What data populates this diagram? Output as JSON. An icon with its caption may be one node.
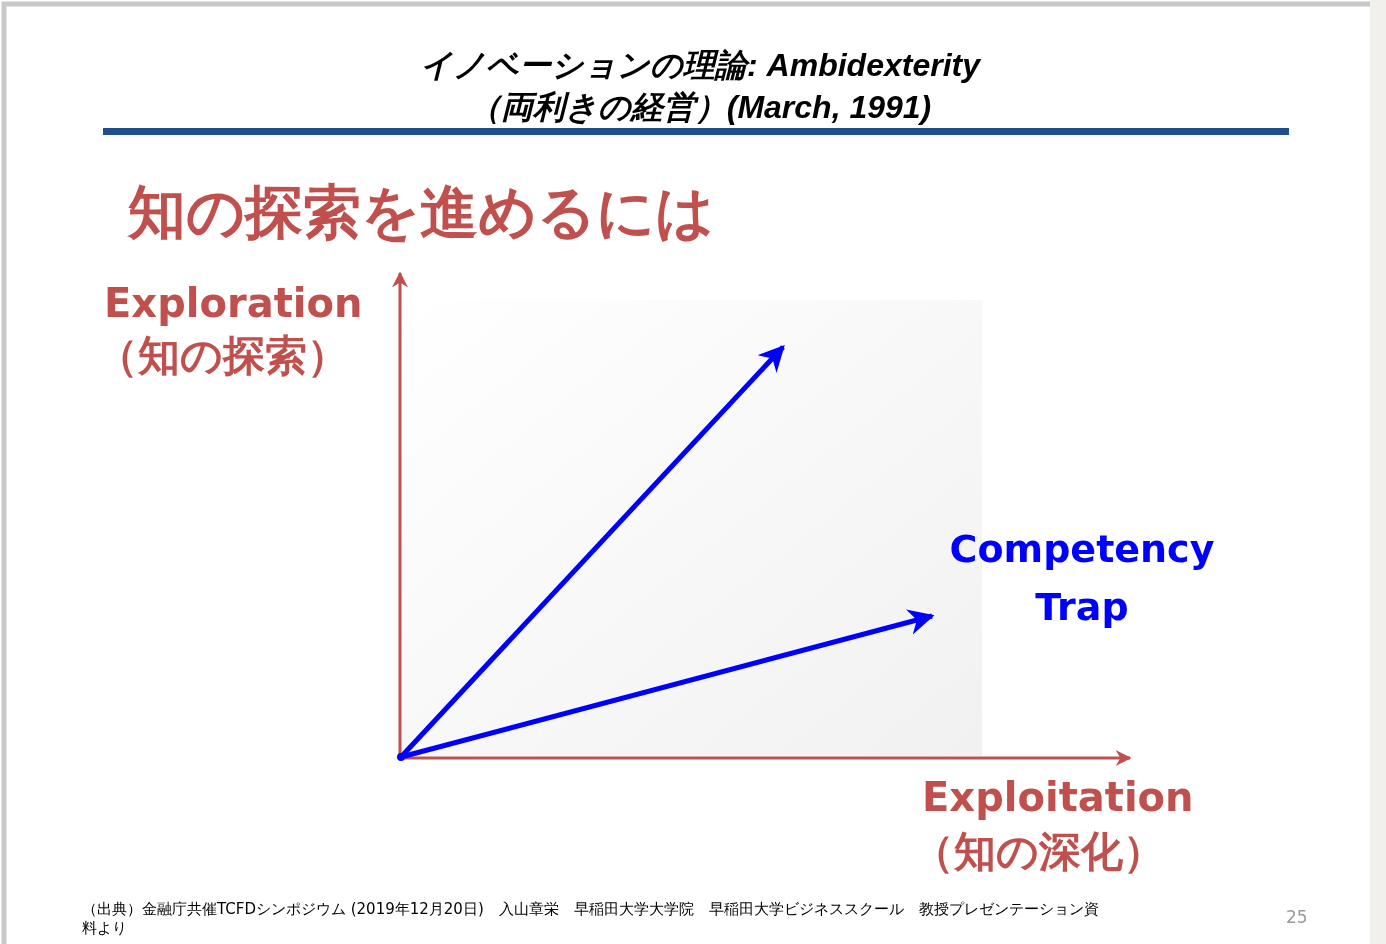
{
  "diagram": {
    "title": "イノベーションの理論: Ambidexterity（両利きの経営）(March, 1991)",
    "nodes": [
      {
        "text": [],
        "shape": "point"
      },
      {
        "text": [
          "Competency Trap"
        ]
      }
    ],
    "edges": [
      {
        "from": 0,
        "to": null,
        "arrow": "to"
      },
      {
        "from": 0,
        "to": 1,
        "arrow": "to"
      }
    ],
    "labels": [
      "知の探索を進めるには",
      "Exploration",
      "（知の探索）",
      "Exploitation",
      "（知の深化）",
      "（出典）金融庁共催TCFDシンポジウム (2019年12月20日)　入山章栄　早稲田大学大学院　早稲田大学ビジネススクール　教授プレゼンテーション資料より",
      "25"
    ]
  }
}
